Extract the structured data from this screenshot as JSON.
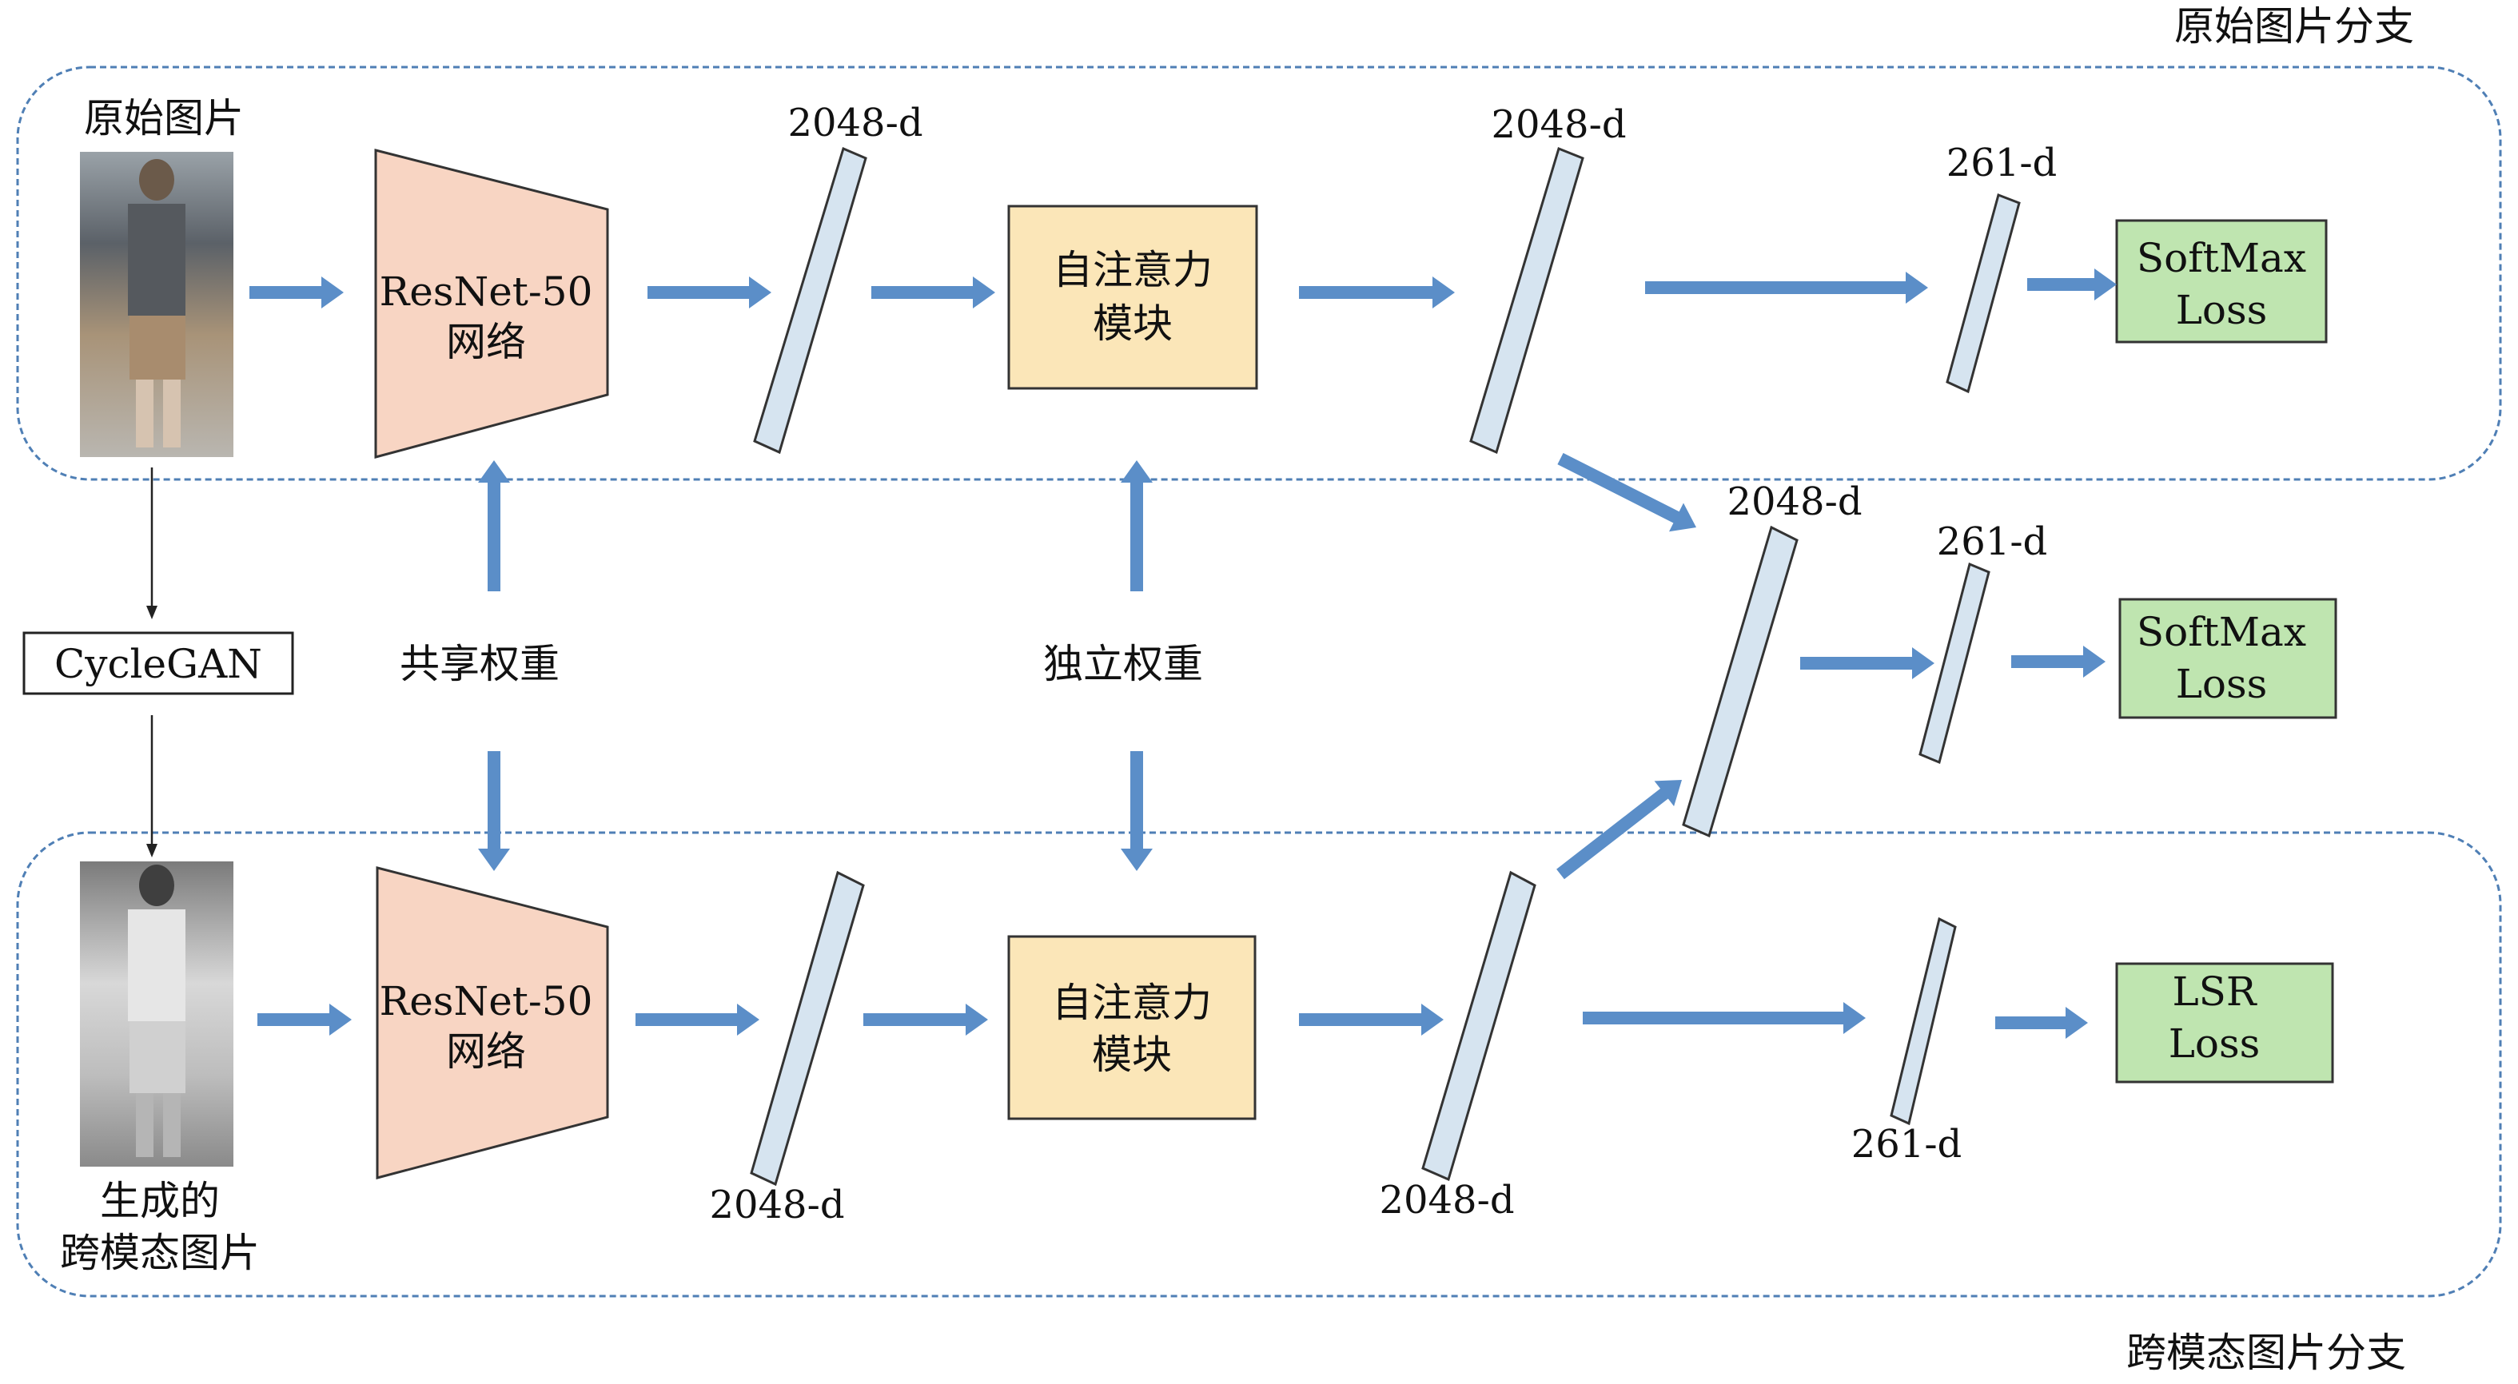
{
  "branches": {
    "original_title": "原始图片分支",
    "cross_title": "跨模态图片分支"
  },
  "inputs": {
    "original_label": "原始图片",
    "cyclegan": "CycleGAN",
    "generated_line1": "生成的",
    "generated_line2": "跨模态图片"
  },
  "backbone": {
    "line1": "ResNet-50",
    "line2": "网络"
  },
  "attention": {
    "line1": "自注意力",
    "line2": "模块"
  },
  "weights": {
    "shared": "共享权重",
    "independent": "独立权重"
  },
  "dims": {
    "d2048": "2048-d",
    "d261": "261-d"
  },
  "losses": {
    "softmax_line1": "SoftMax",
    "softmax_line2": "Loss",
    "lsr_line1": "LSR",
    "lsr_line2": "Loss"
  },
  "colors": {
    "arrow": "#5b8ec8",
    "feature_bar": "#d6e4f0",
    "resnet": "#f8d5c3",
    "attention": "#fbe6b8",
    "loss": "#bfe5b0",
    "branch_border": "#4f7fb5"
  }
}
